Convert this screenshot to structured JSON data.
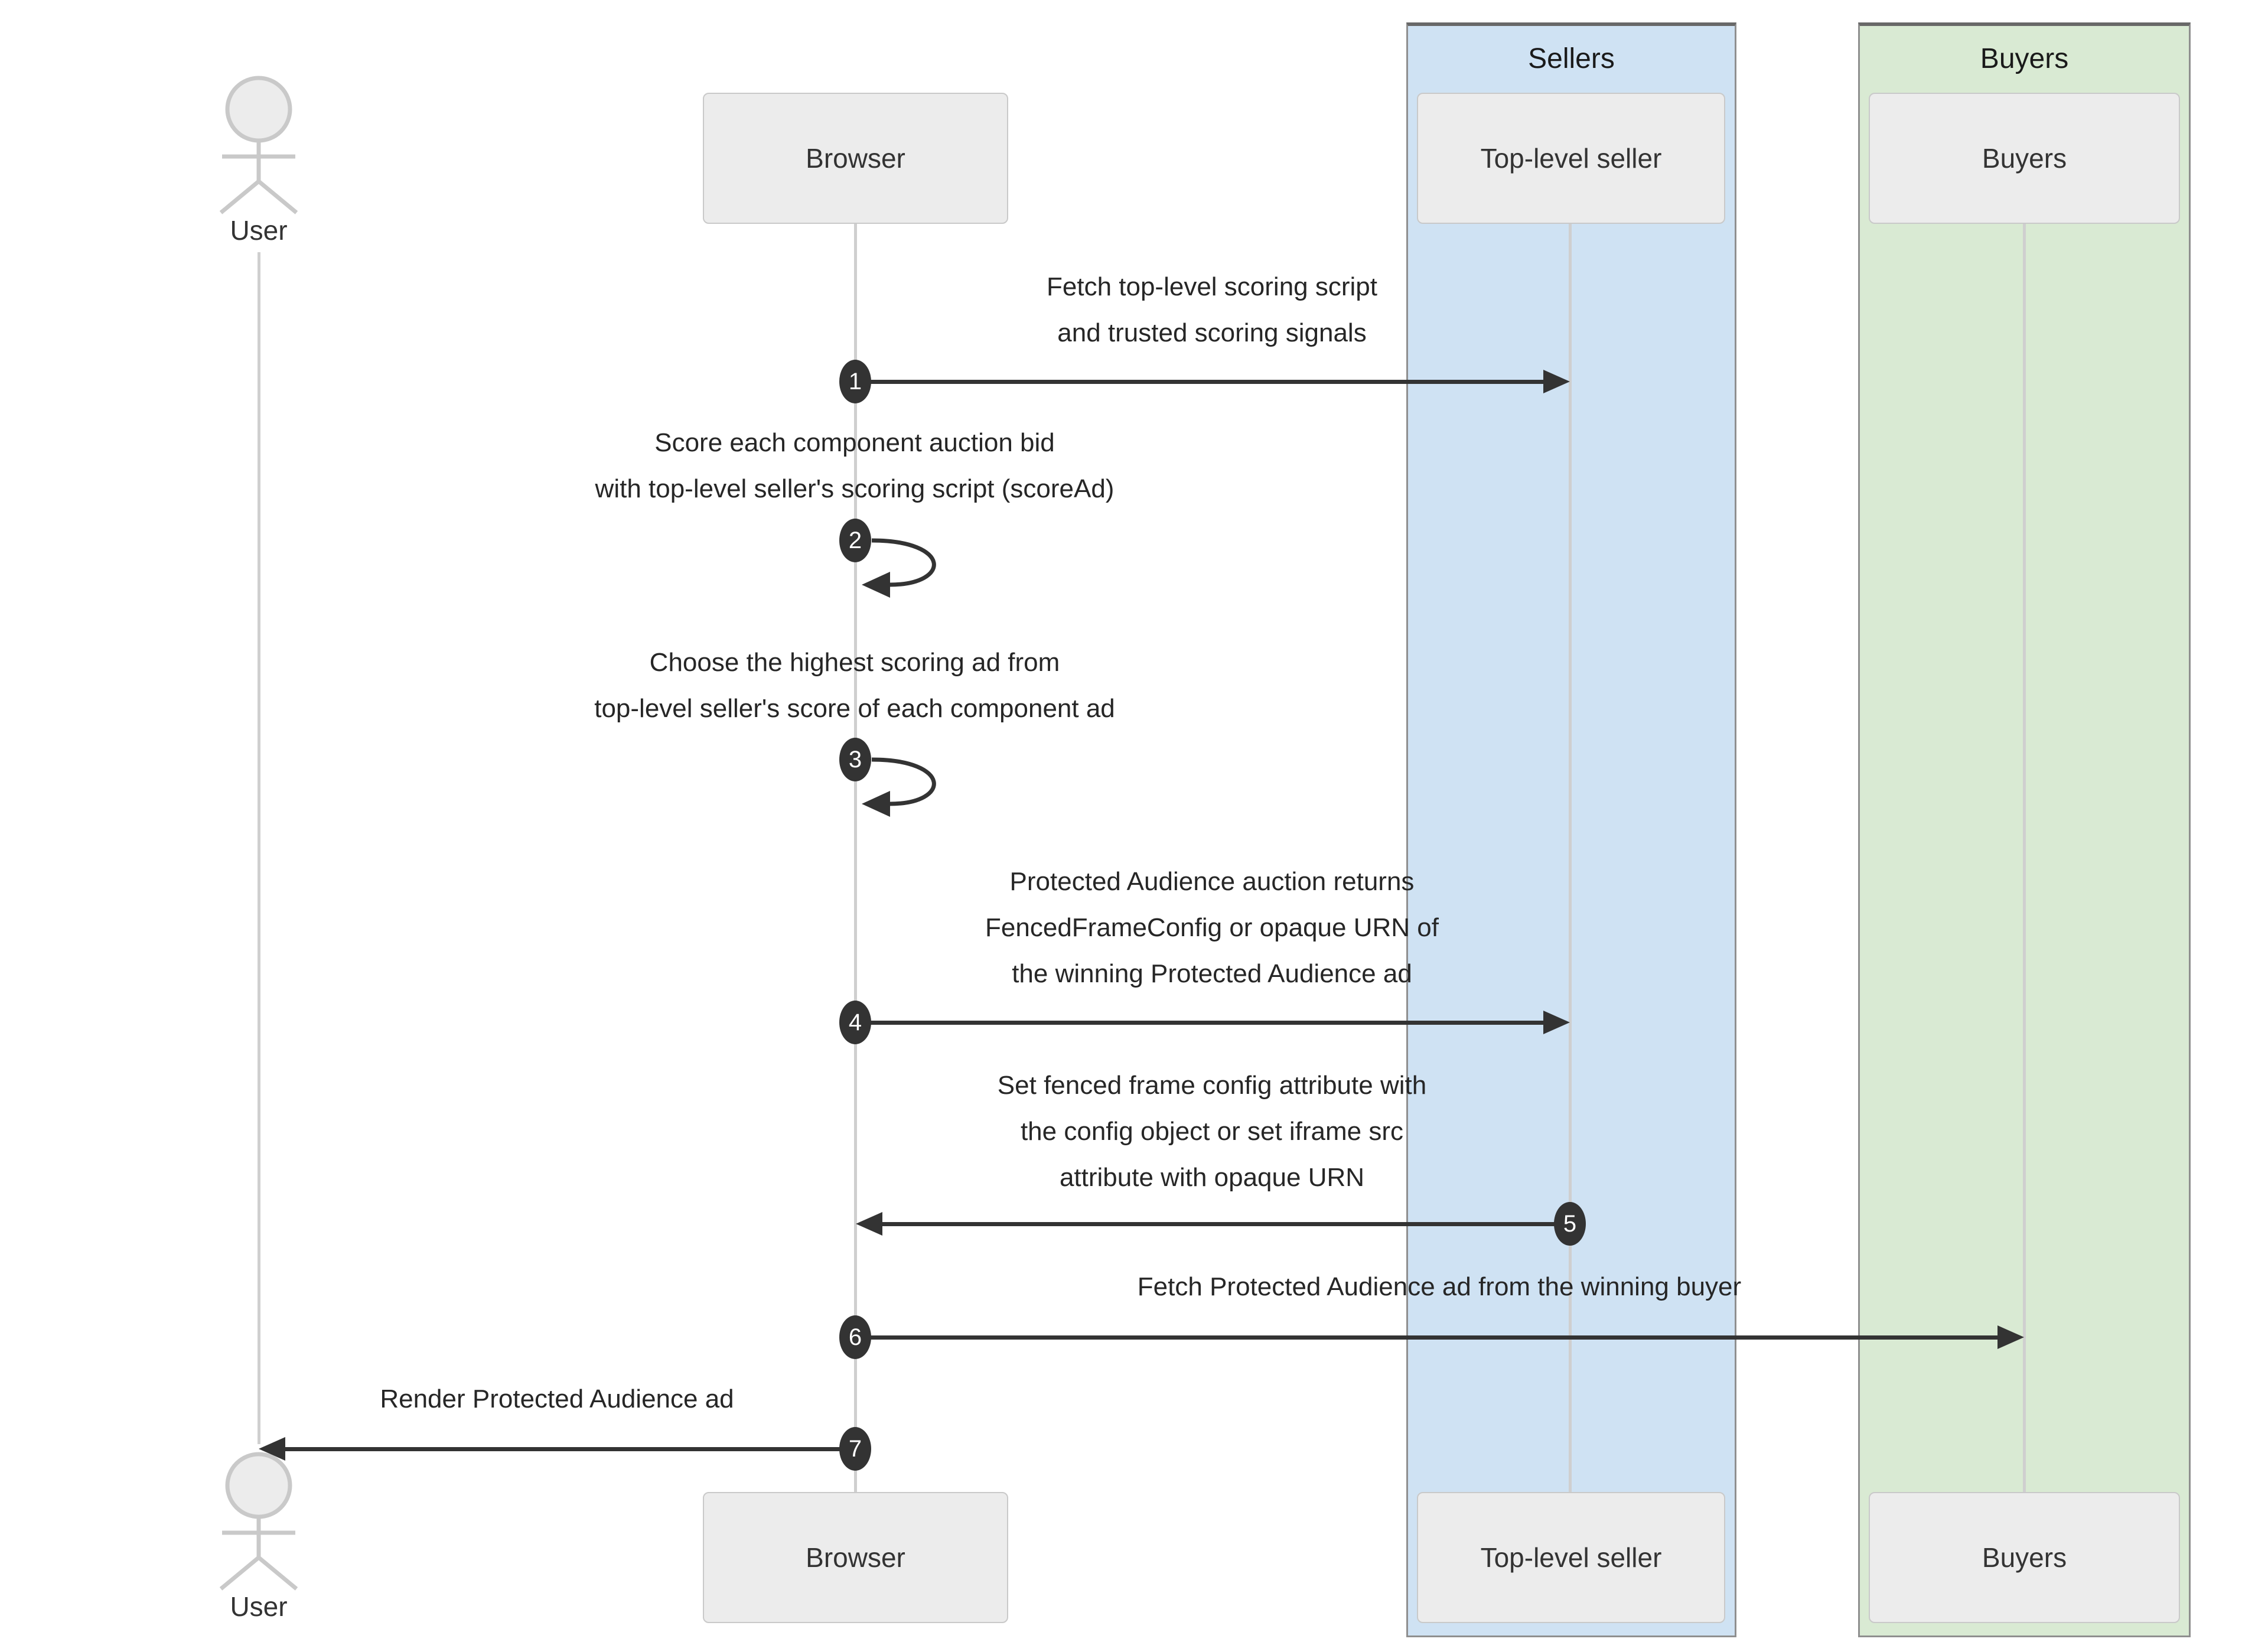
{
  "actor": {
    "label": "User"
  },
  "participants": {
    "browser": "Browser",
    "top_level_seller": "Top-level seller",
    "buyers": "Buyers"
  },
  "groups": {
    "sellers": "Sellers",
    "buyers": "Buyers"
  },
  "colors": {
    "sellers_fill": "#cfe2f3",
    "buyers_fill": "#d9ead3",
    "participant_fill": "#ececec",
    "arrow": "#333333",
    "lifeline": "#cfcfcf"
  },
  "messages": [
    {
      "num": "1",
      "from": "Browser",
      "to": "Top-level seller",
      "lines": [
        "Fetch top-level scoring script",
        "and trusted scoring signals"
      ]
    },
    {
      "num": "2",
      "from": "Browser",
      "to": "Browser",
      "lines": [
        "Score each component auction bid",
        "with top-level seller's scoring script (scoreAd)"
      ]
    },
    {
      "num": "3",
      "from": "Browser",
      "to": "Browser",
      "lines": [
        "Choose the highest scoring ad from",
        "top-level seller's score of each component ad"
      ]
    },
    {
      "num": "4",
      "from": "Browser",
      "to": "Top-level seller",
      "lines": [
        "Protected Audience auction returns",
        "FencedFrameConfig or opaque URN of",
        "the winning Protected Audience ad"
      ]
    },
    {
      "num": "5",
      "from": "Top-level seller",
      "to": "Browser",
      "lines": [
        "Set fenced frame config attribute with",
        "the config object or set iframe src",
        "attribute with opaque URN"
      ]
    },
    {
      "num": "6",
      "from": "Browser",
      "to": "Buyers",
      "lines": [
        "Fetch Protected Audience ad from the winning buyer"
      ]
    },
    {
      "num": "7",
      "from": "Browser",
      "to": "User",
      "lines": [
        "Render Protected Audience ad"
      ]
    }
  ]
}
